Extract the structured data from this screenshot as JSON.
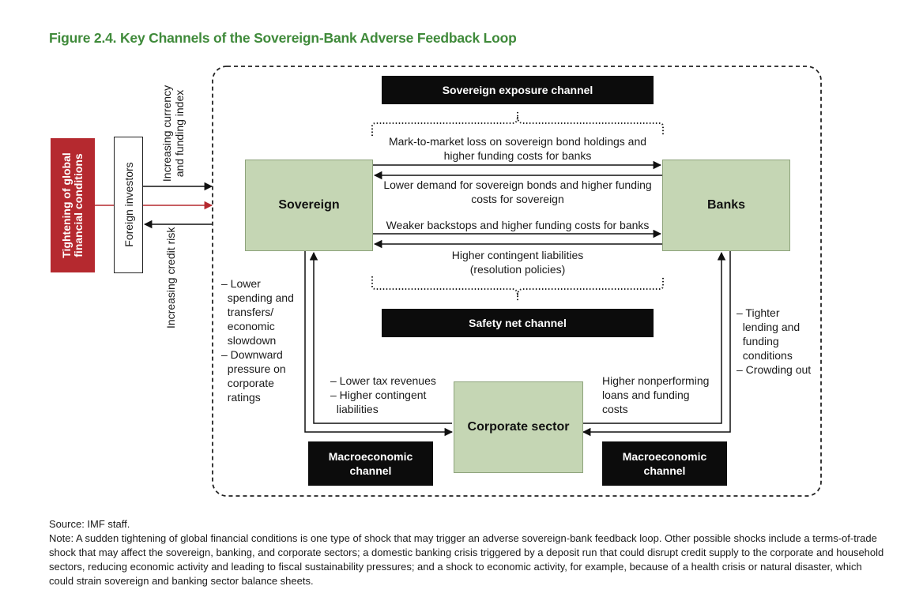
{
  "title": "Figure 2.4. Key Channels of the Sovereign-Bank Adverse Feedback Loop",
  "nodes": {
    "sovereign": "Sovereign",
    "banks": "Banks",
    "corporate": "Corporate sector"
  },
  "channels": {
    "exposure": "Sovereign exposure channel",
    "safety_net": "Safety net channel",
    "macro_left": "Macroeconomic\nchannel",
    "macro_right": "Macroeconomic\nchannel"
  },
  "edges": {
    "mtm": "Mark-to-market loss on sovereign bond holdings and higher funding costs for banks",
    "lower_demand": "Lower demand for sovereign bonds and higher funding costs for sovereign",
    "backstops": "Weaker backstops and higher funding costs for banks",
    "contingent": "Higher contingent liabilities\n(resolution policies)",
    "left_outer": "– Lower\n  spending and\n  transfers/\n  economic\n  slowdown\n– Downward\n  pressure on\n  corporate\n  ratings",
    "left_inner": "– Lower tax revenues\n– Higher contingent\n  liabilities",
    "right_inner": "Higher nonperforming\nloans and funding\ncosts",
    "right_outer": "– Tighter\n  lending and\n  funding\n  conditions\n– Crowding out"
  },
  "external": {
    "shock": "Tightening of global\nfinancial conditions",
    "investors": "Foreign investors",
    "currency": "Increasing currency\nand funding index",
    "credit_risk": "Increasing credit risk"
  },
  "notes": {
    "source": "Source: IMF staff.",
    "note": "Note: A sudden tightening of global financial conditions is one type of shock that may trigger an adverse sovereign-bank feedback loop. Other possible shocks include a terms-of-trade shock that may affect the sovereign, banking, and corporate sectors; a domestic banking crisis triggered by a deposit run that could disrupt credit supply to the corporate and household sectors, reducing economic activity and leading to fiscal sustainability pressures; and a shock to economic activity, for example, because of a health crisis or natural disaster, which could strain sovereign and banking sector balance sheets."
  },
  "colors": {
    "title": "#3f8a3a",
    "node_fill": "#c5d6b4",
    "shock_fill": "#b5292f",
    "channel_fill": "#0c0c0c",
    "investor_arrow": "#b5292f"
  }
}
